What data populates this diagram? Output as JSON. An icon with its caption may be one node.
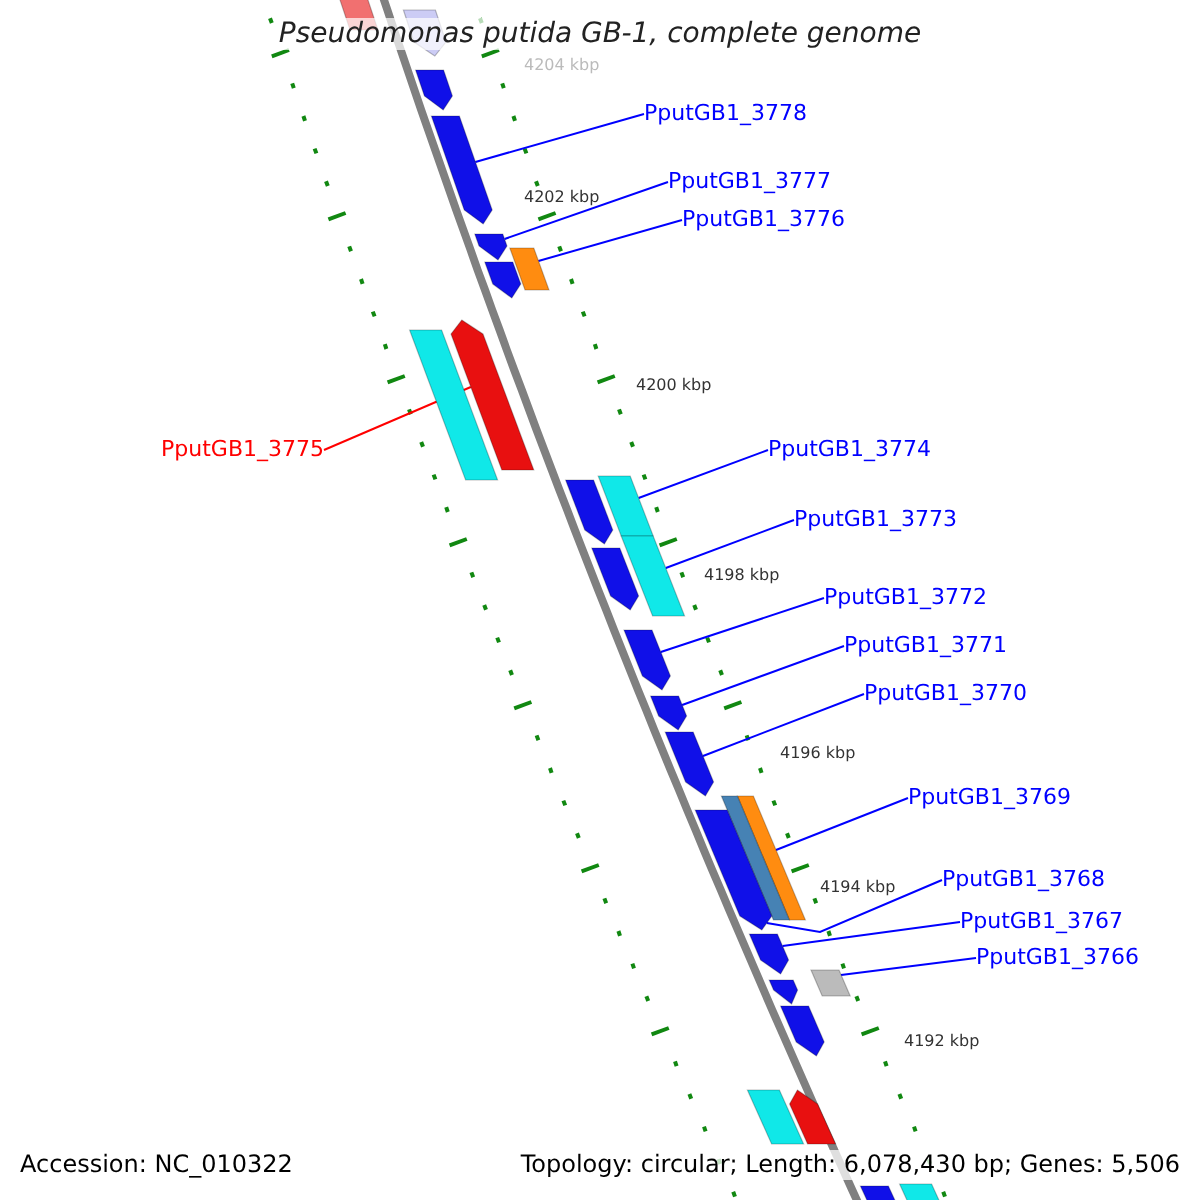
{
  "diagram": {
    "title": "Pseudomonas putida GB-1, complete genome",
    "nodes": [
      {
        "text": [
          "PputGB1_3778"
        ]
      },
      {
        "text": [
          "PputGB1_3777"
        ]
      },
      {
        "text": [
          "PputGB1_3776"
        ]
      },
      {
        "text": [
          "PputGB1_3775"
        ]
      },
      {
        "text": [
          "PputGB1_3774"
        ]
      },
      {
        "text": [
          "PputGB1_3773"
        ]
      },
      {
        "text": [
          "PputGB1_3772"
        ]
      },
      {
        "text": [
          "PputGB1_3771"
        ]
      },
      {
        "text": [
          "PputGB1_3770"
        ]
      },
      {
        "text": [
          "PputGB1_3769"
        ]
      },
      {
        "text": [
          "PputGB1_3768"
        ]
      },
      {
        "text": [
          "PputGB1_3767"
        ]
      },
      {
        "text": [
          "PputGB1_3766"
        ]
      },
      {
        "text": [],
        "shape": "arrow"
      },
      {
        "text": [],
        "shape": "arrow"
      },
      {
        "text": [],
        "shape": "arrow"
      },
      {
        "text": [],
        "shape": "arrow"
      },
      {
        "text": [],
        "shape": "arrow"
      },
      {
        "text": [],
        "shape": "box"
      },
      {
        "text": [],
        "shape": "arrow"
      },
      {
        "text": [],
        "shape": "arrow"
      },
      {
        "text": [],
        "shape": "box"
      },
      {
        "text": [],
        "shape": "box"
      },
      {
        "text": [],
        "shape": "arrow"
      },
      {
        "text": [],
        "shape": "box"
      },
      {
        "text": [],
        "shape": "arrow"
      },
      {
        "text": [],
        "shape": "arrow"
      },
      {
        "text": [],
        "shape": "arrow"
      },
      {
        "text": [],
        "shape": "arrow"
      },
      {
        "text": [],
        "shape": "box"
      },
      {
        "text": [],
        "shape": "box"
      },
      {
        "text": [],
        "shape": "arrow"
      },
      {
        "text": [],
        "shape": "arrow"
      },
      {
        "text": [],
        "shape": "box"
      },
      {
        "text": [],
        "shape": "arrow"
      },
      {
        "text": [],
        "shape": "arrow"
      },
      {
        "text": [],
        "shape": "box"
      },
      {
        "text": [],
        "shape": "arrow"
      },
      {
        "text": [],
        "shape": "box"
      },
      {
        "text": [],
        "shape": "arrow"
      }
    ],
    "edges": [
      {
        "from": 0,
        "to": 16,
        "arrow": "none"
      },
      {
        "from": 1,
        "to": 17,
        "arrow": "none"
      },
      {
        "from": 2,
        "to": 18,
        "arrow": "none"
      },
      {
        "from": 3,
        "to": 20,
        "arrow": "none",
        "color": "#ff0000"
      },
      {
        "from": 4,
        "to": 22,
        "arrow": "none"
      },
      {
        "from": 5,
        "to": 24,
        "arrow": "none"
      },
      {
        "from": 6,
        "to": 26,
        "arrow": "none"
      },
      {
        "from": 7,
        "to": 27,
        "arrow": "none"
      },
      {
        "from": 8,
        "to": 28,
        "arrow": "none"
      },
      {
        "from": 9,
        "to": 29,
        "arrow": "none"
      },
      {
        "from": 10,
        "to": 31,
        "arrow": "none"
      },
      {
        "from": 11,
        "to": 32,
        "arrow": "none"
      },
      {
        "from": 12,
        "to": 33,
        "arrow": "none"
      }
    ],
    "labels": [
      "4204 kbp",
      "4202 kbp",
      "4200 kbp",
      "4198 kbp",
      "4196 kbp",
      "4194 kbp",
      "4192 kbp",
      "Accession: NC_010322",
      "Topology: circular; Length: 6,078,430 bp; Genes: 5,506"
    ]
  }
}
